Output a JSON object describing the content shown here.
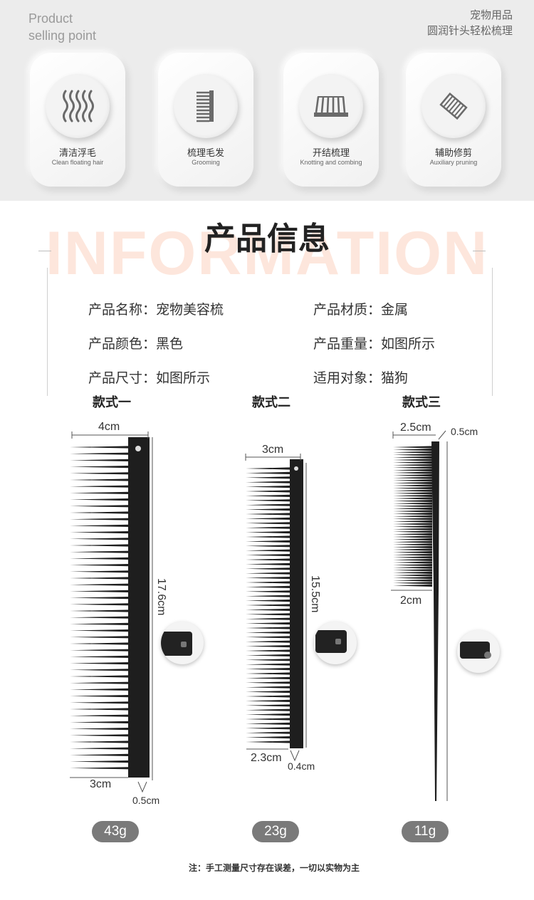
{
  "header": {
    "selling_point_line1": "Product",
    "selling_point_line2": "selling point",
    "right_line1": "宠物用品",
    "right_line2": "圆润针头轻松梳理"
  },
  "features": [
    {
      "zh": "清洁浮毛",
      "en": "Clean floating hair",
      "icon": "wave-hair-icon"
    },
    {
      "zh": "梳理毛发",
      "en": "Grooming",
      "icon": "comb-icon"
    },
    {
      "zh": "开结梳理",
      "en": "Knotting and combing",
      "icon": "rake-comb-icon"
    },
    {
      "zh": "辅助修剪",
      "en": "Auxiliary pruning",
      "icon": "tilted-comb-icon"
    }
  ],
  "info": {
    "bg_word": "INFORMATION",
    "title": "产品信息",
    "specs": [
      {
        "text": "产品名称：宠物美容梳"
      },
      {
        "text": "产品材质：金属"
      },
      {
        "text": "产品颜色：黑色"
      },
      {
        "text": "产品重量：如图所示"
      },
      {
        "text": "产品尺寸：如图所示"
      },
      {
        "text": "适用对象：猫狗"
      }
    ]
  },
  "styles": [
    {
      "label": "款式一",
      "dims": {
        "top_width": "4cm",
        "length": "17.6cm",
        "bottom_width": "3cm",
        "thickness": "0.5cm"
      },
      "weight": "43g"
    },
    {
      "label": "款式二",
      "dims": {
        "top_width": "3cm",
        "length": "15.5cm",
        "bottom_width": "2.3cm",
        "thickness": "0.4cm"
      },
      "weight": "23g"
    },
    {
      "label": "款式三",
      "dims": {
        "top_width": "2.5cm",
        "thickness": "0.5cm",
        "bottom_width": "2cm"
      },
      "weight": "11g"
    }
  ],
  "note": "注：手工测量尺寸存在误差，一切以实物为主",
  "colors": {
    "band": "#ececec",
    "bg_word": "#fde6dc",
    "badge": "#7a7a7a",
    "comb": "#1e1e1e"
  }
}
